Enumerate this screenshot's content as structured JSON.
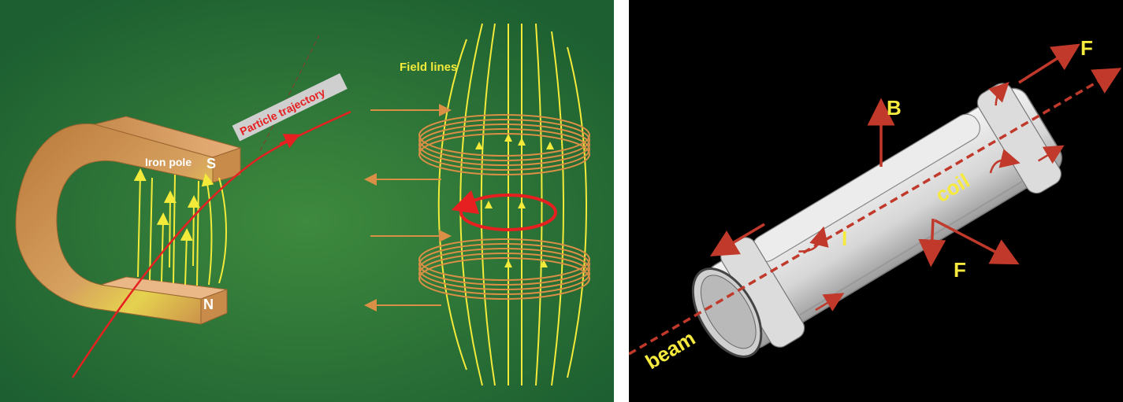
{
  "left_panel": {
    "labels": {
      "iron_pole": "Iron pole",
      "north_pole": "S",
      "south_pole": "N",
      "particle_trajectory": "Particle trajectory",
      "field_lines": "Field lines"
    },
    "colors": {
      "background": "#24692f",
      "magnet": "#d29a5a",
      "field": "#f3ea3a",
      "trajectory": "#e62020",
      "coil": "#d98f45"
    }
  },
  "right_panel": {
    "labels": {
      "b": "B",
      "f_top": "F",
      "f_bottom": "F",
      "coil": "coil",
      "current": "I",
      "beam": "beam"
    },
    "colors": {
      "background": "#000000",
      "magnet_body": "#d8d8d8",
      "arrow": "#c0392b",
      "text": "#f5ea3d"
    }
  }
}
